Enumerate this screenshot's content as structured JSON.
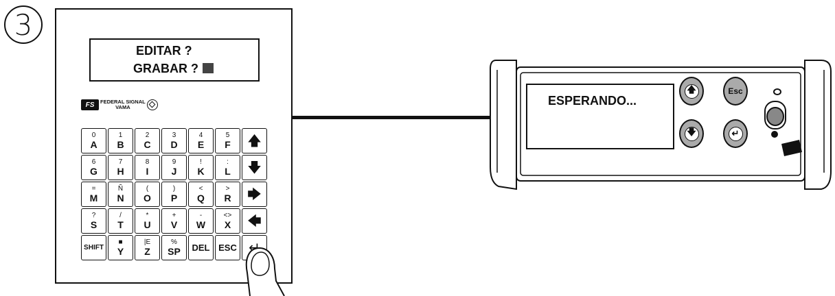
{
  "step": {
    "number": "3"
  },
  "keypad": {
    "display": {
      "line1": "EDITAR ?",
      "line2": "GRABAR ?"
    },
    "brand": {
      "mark": "FS",
      "line1": "FEDERAL SIGNAL",
      "line2": "VAMA"
    },
    "keys": [
      {
        "sym": "0",
        "let": "A"
      },
      {
        "sym": "1",
        "let": "B"
      },
      {
        "sym": "2",
        "let": "C"
      },
      {
        "sym": "3",
        "let": "D"
      },
      {
        "sym": "4",
        "let": "E"
      },
      {
        "sym": "5",
        "let": "F"
      },
      {
        "icon": "arrow-up",
        "glyph": "🡅"
      },
      {
        "sym": "6",
        "let": "G"
      },
      {
        "sym": "7",
        "let": "H"
      },
      {
        "sym": "8",
        "let": "I"
      },
      {
        "sym": "9",
        "let": "J"
      },
      {
        "sym": "!",
        "let": "K"
      },
      {
        "sym": ":",
        "let": "L"
      },
      {
        "icon": "arrow-down",
        "glyph": "🡇"
      },
      {
        "sym": "=",
        "let": "M"
      },
      {
        "sym": "Ñ",
        "let": "N"
      },
      {
        "sym": "(",
        "let": "O"
      },
      {
        "sym": ")",
        "let": "P"
      },
      {
        "sym": "<",
        "let": "Q"
      },
      {
        "sym": ">",
        "let": "R"
      },
      {
        "icon": "arrow-right",
        "glyph": "🡆"
      },
      {
        "sym": "?",
        "let": "S"
      },
      {
        "sym": "/",
        "let": "T"
      },
      {
        "sym": "*",
        "let": "U"
      },
      {
        "sym": "+",
        "let": "V"
      },
      {
        "sym": "-",
        "let": "W"
      },
      {
        "sym": "<>",
        "let": "X"
      },
      {
        "icon": "arrow-left",
        "glyph": "🡄"
      },
      {
        "word": "SHIFT",
        "small": true
      },
      {
        "sym": "■",
        "let": "Y"
      },
      {
        "sym": "|E",
        "let": "Z"
      },
      {
        "sym": "%",
        "let": "SP"
      },
      {
        "word": "DEL"
      },
      {
        "word": "ESC"
      },
      {
        "icon": "enter",
        "glyph": "↵"
      }
    ]
  },
  "handset": {
    "display": "ESPERANDO...",
    "buttons": {
      "up": "🡅",
      "esc": "Esc",
      "down": "🡇",
      "enter": "↵"
    }
  }
}
